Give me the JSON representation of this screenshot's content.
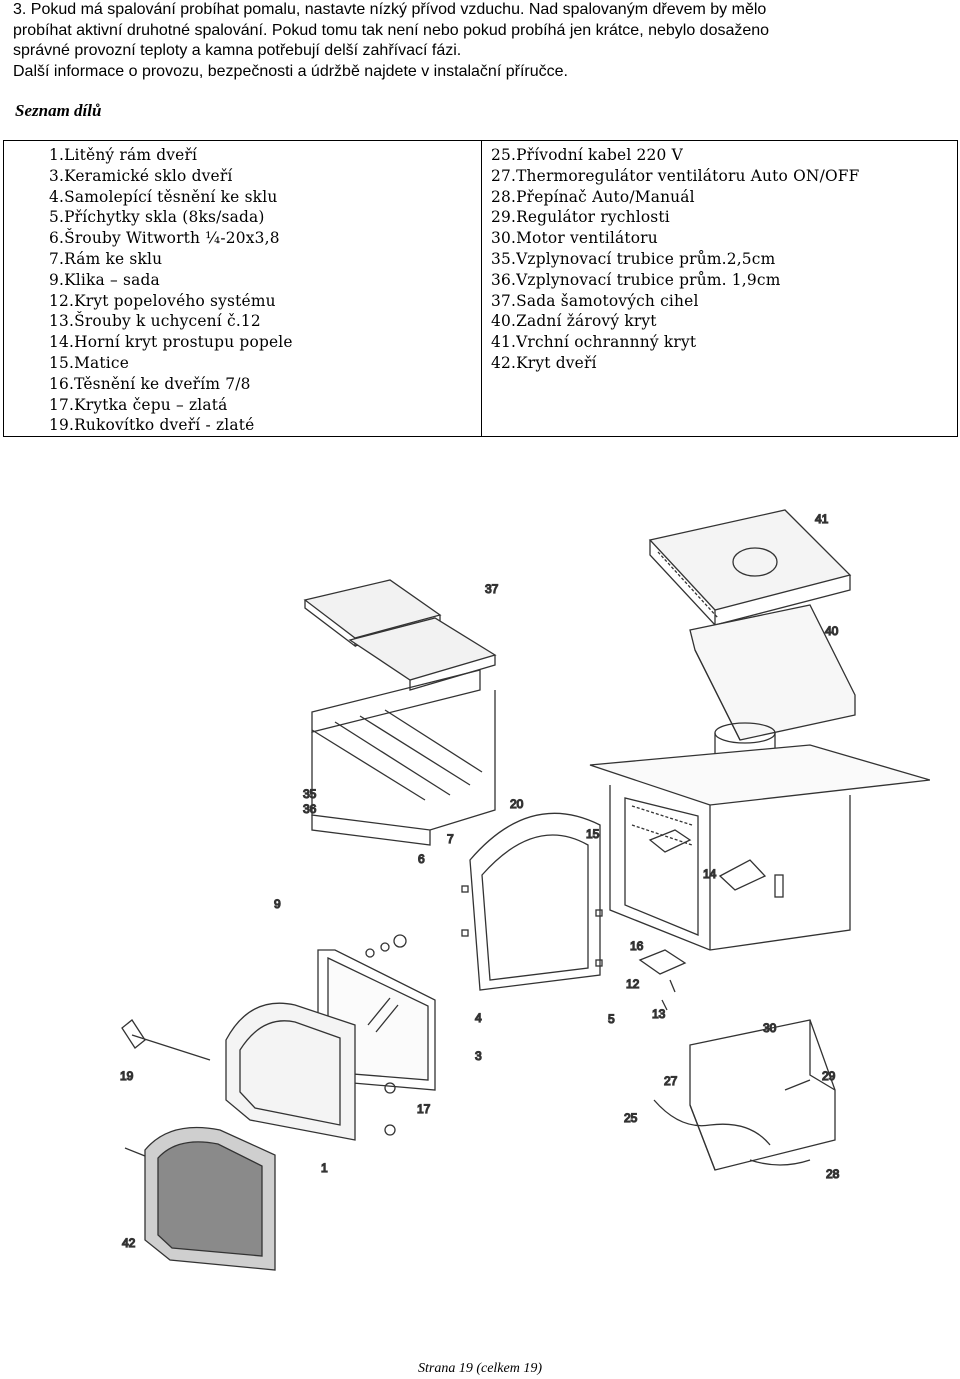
{
  "intro_lines": [
    "3. Pokud má spalování probíhat pomalu, nastavte nízký přívod vzduchu. Nad spalovaným dřevem by mělo",
    "probíhat aktivní druhotné spalování. Pokud tomu tak není nebo pokud probíhá jen krátce, nebylo dosaženo",
    "správné provozní teploty a kamna potřebují delší zahřívací fázi.",
    "Další informace o provozu, bezpečnosti a údržbě najdete v instalační příručce."
  ],
  "section_title": "Seznam dílů",
  "parts_left": [
    "1.Litěný rám dveří",
    "3.Keramické sklo dveří",
    "4.Samolepící těsnění ke sklu",
    "5.Příchytky skla (8ks/sada)",
    "6.Šrouby Witworth ¼-20x3,8",
    "7.Rám ke sklu",
    "9.Klika – sada",
    "12.Kryt popelového systému",
    "13.Šrouby k uchycení č.12",
    "14.Horní kryt prostupu popele",
    "15.Matice",
    "16.Těsnění ke dveřím 7/8",
    "17.Krytka čepu – zlatá",
    "19.Rukovítko dveří - zlaté"
  ],
  "parts_right": [
    "25.Přívodní kabel 220 V",
    "27.Thermoregulátor ventilátoru Auto ON/OFF",
    "28.Přepínač Auto/Manuál",
    "29.Regulátor rychlosti",
    "30.Motor ventilátoru",
    "35.Vzplynovací trubice prům.2,5cm",
    "36.Vzplynovací trubice prům. 1,9cm",
    "37.Sada šamotových cihel",
    "40.Zadní žárový kryt",
    "41.Vrchní ochrannný kryt",
    "42.Kryt dveří"
  ],
  "callouts": {
    "c1": "1",
    "c3": "3",
    "c4": "4",
    "c5": "5",
    "c6": "6",
    "c7": "7",
    "c9": "9",
    "c12": "12",
    "c13": "13",
    "c14": "14",
    "c15": "15",
    "c16": "16",
    "c17": "17",
    "c19": "19",
    "c20": "20",
    "c25": "25",
    "c27": "27",
    "c28": "28",
    "c29": "29",
    "c30": "30",
    "c35": "35",
    "c36": "36",
    "c37": "37",
    "c40": "40",
    "c41": "41",
    "c42": "42"
  },
  "footer": "Strana 19 (celkem 19)"
}
